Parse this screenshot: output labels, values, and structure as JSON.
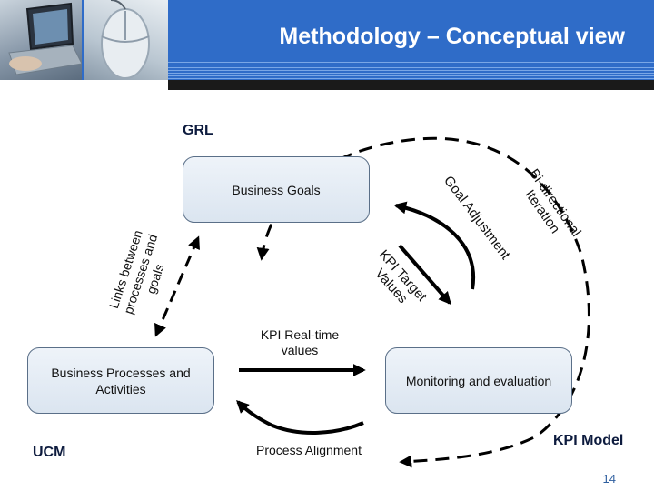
{
  "header": {
    "title": "Methodology – Conceptual view",
    "banner_color": "#2f6cc8"
  },
  "boxes": {
    "business_goals": "Business Goals",
    "business_processes": "Business Processes and Activities",
    "monitoring": "Monitoring and evaluation"
  },
  "labels": {
    "grl": "GRL",
    "ucm": "UCM",
    "kpi_model": "KPI Model"
  },
  "edges": {
    "kpi_realtime": "KPI Real-time values",
    "process_alignment": "Process Alignment",
    "goal_adjustment": "Goal Adjustment",
    "kpi_target": "KPI Target Values",
    "bidirectional": "Bi-directional Iteration",
    "links_between": "Links between processes and goals"
  },
  "footer": {
    "page_number": "14"
  },
  "colors": {
    "label_text": "#0d1b3e",
    "box_border": "#5a6f88",
    "box_fill": "#e4ebf4"
  }
}
